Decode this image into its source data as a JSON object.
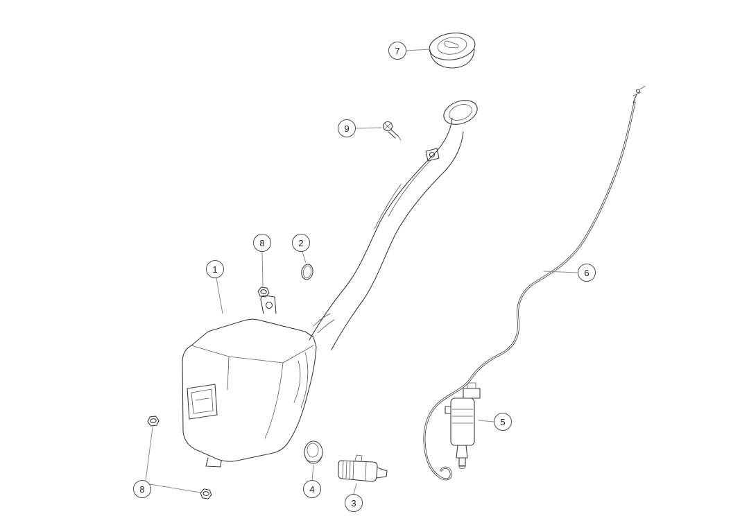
{
  "diagram": {
    "background_color": "#ffffff",
    "line_color": "#3a3a3a",
    "leader_color": "#8a8a8a"
  },
  "callouts": [
    {
      "label": "1"
    },
    {
      "label": "2"
    },
    {
      "label": "3"
    },
    {
      "label": "4"
    },
    {
      "label": "5"
    },
    {
      "label": "6"
    },
    {
      "label": "7"
    },
    {
      "label": "8"
    },
    {
      "label": "8"
    },
    {
      "label": "9"
    }
  ]
}
